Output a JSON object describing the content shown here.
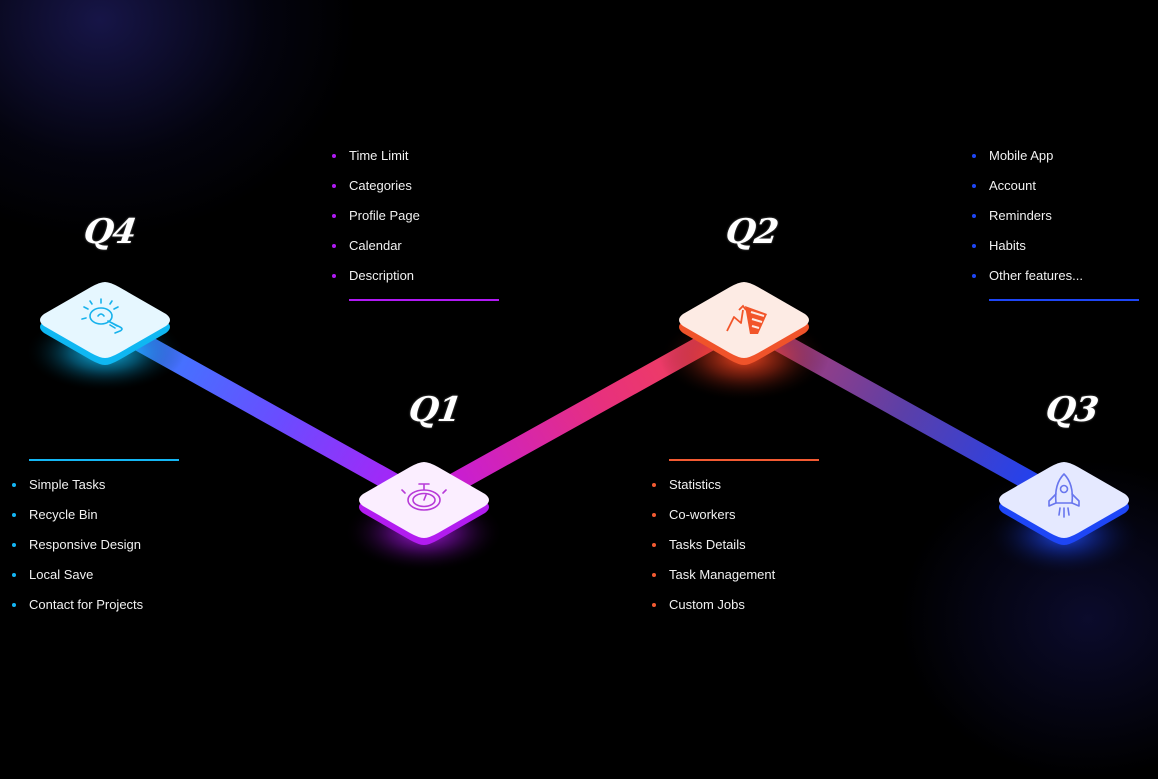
{
  "milestones": [
    {
      "label": "Q4",
      "color": "#14b6f4",
      "icon": "lightbulb-icon",
      "items": [
        "Simple Tasks",
        "Recycle Bin",
        "Responsive Design",
        "Local Save",
        "Contact for Projects"
      ]
    },
    {
      "label": "Q1",
      "color": "#b019f4",
      "icon": "stopwatch-icon",
      "items": [
        "Time Limit",
        "Categories",
        "Profile Page",
        "Calendar",
        "Description"
      ]
    },
    {
      "label": "Q2",
      "color": "#f35a32",
      "icon": "growth-chart-icon",
      "items": [
        "Statistics",
        "Co-workers",
        "Tasks Details",
        "Task Management",
        "Custom Jobs"
      ]
    },
    {
      "label": "Q3",
      "color": "#1e46f6",
      "icon": "rocket-icon",
      "items": [
        "Mobile App",
        "Account",
        "Reminders",
        "Habits",
        "Other features..."
      ]
    }
  ]
}
